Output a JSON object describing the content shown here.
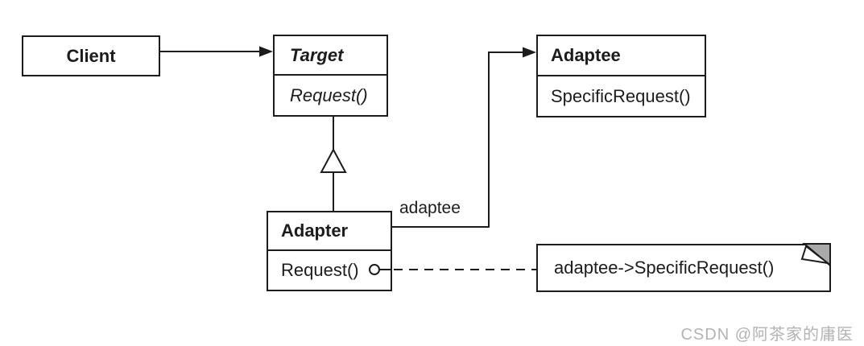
{
  "diagram": {
    "classes": {
      "client": {
        "name": "Client"
      },
      "target": {
        "name": "Target",
        "methods": [
          "Request()"
        ]
      },
      "adaptee": {
        "name": "Adaptee",
        "methods": [
          "SpecificRequest()"
        ]
      },
      "adapter": {
        "name": "Adapter",
        "methods": [
          "Request()"
        ]
      }
    },
    "labels": {
      "association_role": "adaptee"
    },
    "note": {
      "text": "adaptee->SpecificRequest()"
    }
  },
  "watermark": {
    "text": "CSDN @阿茶家的庸医",
    "color": "#b3b3b3"
  },
  "colors": {
    "line": "#1c1c1c",
    "background": "#ffffff",
    "box_fill": "#ffffff",
    "note_fold": "#a9a9a9"
  }
}
